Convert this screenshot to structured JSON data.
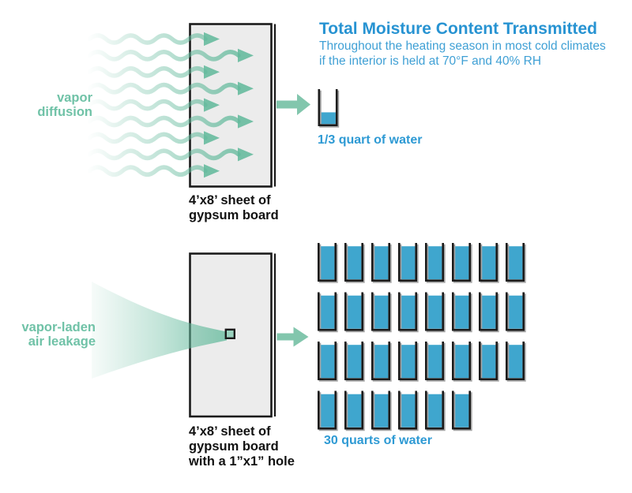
{
  "header": {
    "title": "Total Moisture Content Transmitted",
    "subtitle_line1": "Throughout the heating season in most cold climates",
    "subtitle_line2": "if the interior is held at 70°F and 40% RH"
  },
  "colors": {
    "title_blue": "#2793D2",
    "subtitle_blue": "#3FA0D5",
    "result_blue": "#2E9AD4",
    "water_blue": "#3FA6CE",
    "flow_teal": "#63BA9C",
    "solid_arrow_teal": "#82C6AD",
    "flow_teal_text": "#70C2A7",
    "hole_fill_teal": "#9AD2BE",
    "board_fill": "#ECECEC",
    "outline_black": "#1B1B1B",
    "glass_shadow_gray": "#A6A6A6"
  },
  "top_section": {
    "flow_label_line1": "vapor",
    "flow_label_line2": "diffusion",
    "wave_arrow_count": 9,
    "board_label_line1": "4’x8’ sheet of",
    "board_label_line2": "gypsum board",
    "glass_count": 1,
    "glass_fill_fraction": 0.37,
    "result_label": "1/3 quart of water"
  },
  "bottom_section": {
    "flow_label_line1": "vapor-laden",
    "flow_label_line2": "air leakage",
    "board_label_line1": "4’x8’ sheet of",
    "board_label_line2": "gypsum board",
    "board_label_line3": "with a 1”x1” hole",
    "glasses_total": 30,
    "glass_rows": [
      8,
      8,
      8,
      6
    ],
    "glass_fill_fraction": 1.0,
    "result_label": "30 quarts of water"
  }
}
